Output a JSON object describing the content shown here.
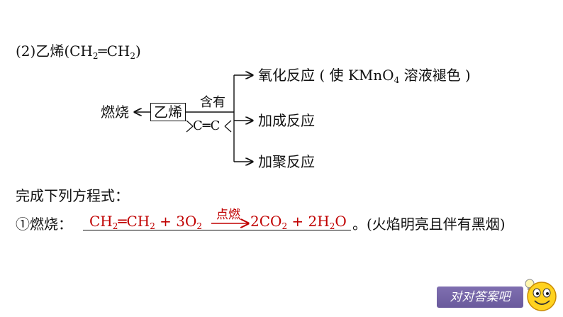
{
  "title": {
    "prefix": "(2)乙烯(CH",
    "sub1": "2",
    "eq": "═",
    "mid": "CH",
    "sub2": "2",
    "suffix": ")"
  },
  "diagram": {
    "left_label": "燃烧",
    "center_box": "乙烯",
    "contains_label": "含有",
    "bond_label": "C═C",
    "branch_1": {
      "text_before": "氧化反应 ( 使 KMnO",
      "sub": "4",
      "text_after": " 溶液褪色 )"
    },
    "branch_2": "加成反应",
    "branch_3": "加聚反应"
  },
  "instruction": "完成下列方程式：",
  "equation_row": {
    "label": "①燃烧：",
    "condition": "点燃",
    "lhs": {
      "a": "CH",
      "s1": "2",
      "eq": "═",
      "b": "CH",
      "s2": "2",
      "plus": " + 3O",
      "s3": "2"
    },
    "rhs": {
      "a": "2CO",
      "s1": "2",
      "plus": " + 2H",
      "s2": "2",
      "b": "O"
    },
    "tail": "。(火焰明亮且伴有黑烟)"
  },
  "answer_button": "对对答案吧",
  "colors": {
    "answer_red": "#c00000",
    "button_purple": "#6a5a9c"
  },
  "icons": [
    "smiley-face-icon",
    "lightbulb-icon"
  ]
}
